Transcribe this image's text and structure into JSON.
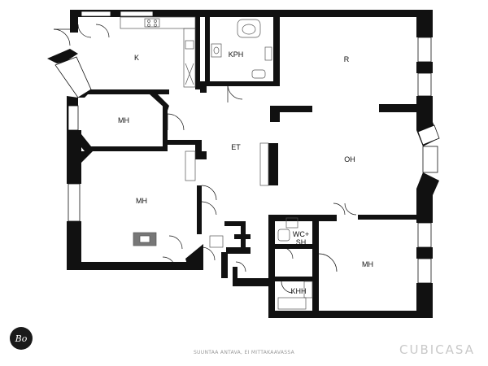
{
  "plan": {
    "rooms": [
      {
        "key": "k",
        "label": "K"
      },
      {
        "key": "kph",
        "label": "KPH"
      },
      {
        "key": "r",
        "label": "R"
      },
      {
        "key": "mh1",
        "label": "MH"
      },
      {
        "key": "et",
        "label": "ET"
      },
      {
        "key": "oh",
        "label": "OH"
      },
      {
        "key": "mh2",
        "label": "MH"
      },
      {
        "key": "wc1",
        "label": "WC+"
      },
      {
        "key": "wc2",
        "label": "SH"
      },
      {
        "key": "khh",
        "label": "KHH"
      },
      {
        "key": "mh3",
        "label": "MH"
      }
    ]
  },
  "footer": {
    "note": "SUUNTAA ANTAVA, EI MITTAKAAVASSA",
    "brand": "CUBICASA",
    "logo_text": "Bo"
  },
  "colors": {
    "wall": "#111111",
    "window": "#ffffff",
    "fixture": "#555555"
  }
}
